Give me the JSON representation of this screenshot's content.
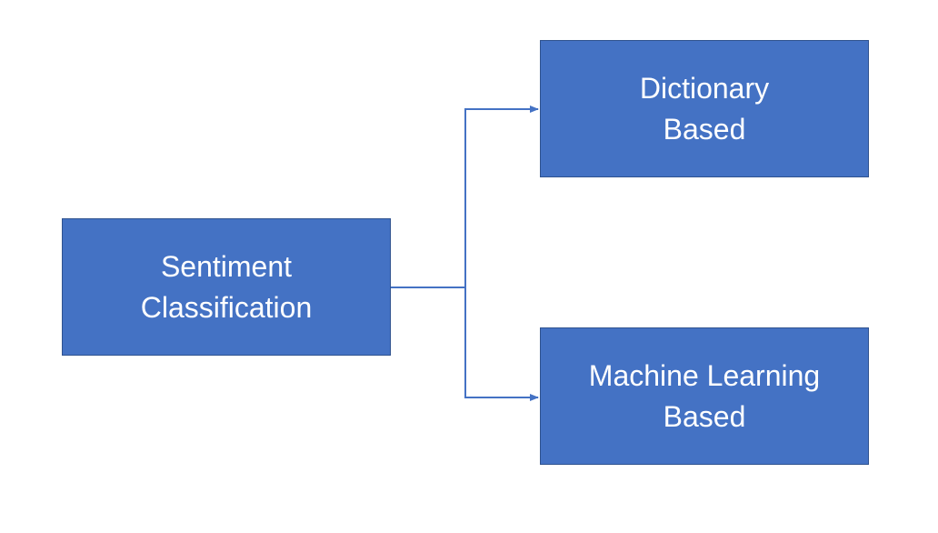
{
  "diagram": {
    "root": {
      "line1": "Sentiment",
      "line2": "Classification"
    },
    "children": [
      {
        "line1": "Dictionary",
        "line2": "Based"
      },
      {
        "line1": "Machine Learning",
        "line2": "Based"
      }
    ],
    "colors": {
      "node_fill": "#4472c4",
      "node_border": "#2f528f",
      "connector": "#4472c4",
      "text": "#ffffff"
    }
  }
}
